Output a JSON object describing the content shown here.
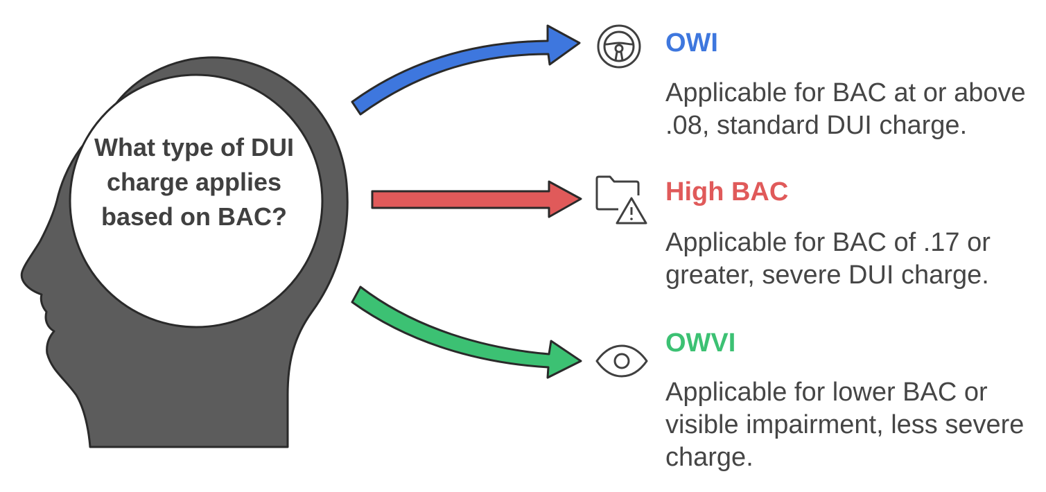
{
  "question": "What type of DUI charge applies based on BAC?",
  "options": [
    {
      "title": "OWI",
      "description": "Applicable for BAC at or above .08, standard DUI charge.",
      "color": "#3e77de",
      "icon": "steering-wheel-icon"
    },
    {
      "title": "High BAC",
      "description": "Applicable for BAC of .17 or greater, severe DUI charge.",
      "color": "#e05a5a",
      "icon": "folder-warning-icon"
    },
    {
      "title": "OWVI",
      "description": "Applicable for lower BAC or visible impairment, less severe charge.",
      "color": "#3cc173",
      "icon": "eye-icon"
    }
  ],
  "colors": {
    "head": "#5c5c5c",
    "outline": "#2a2a2a",
    "text": "#454545"
  }
}
